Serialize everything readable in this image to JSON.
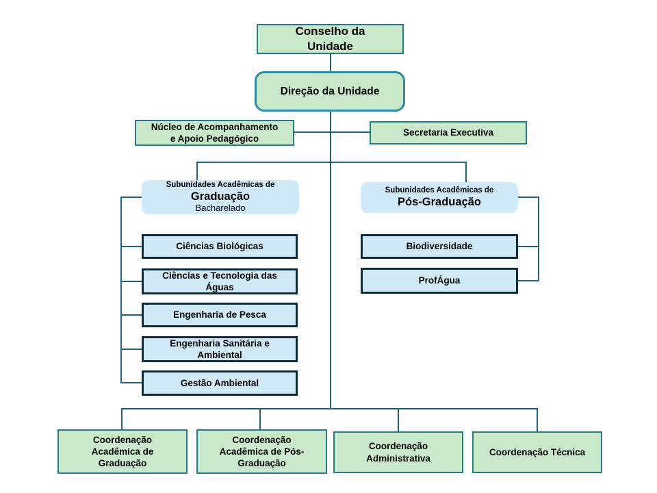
{
  "colors": {
    "green_fill": "#c9e8ca",
    "green_border": "#27798c",
    "direcao_border": "#2e8c9e",
    "blue_fill": "#cfe9f7",
    "blue_border": "#0e2b3d",
    "subheader_fill": "#d0e9f8",
    "connector": "#20607a"
  },
  "nodes": {
    "conselho": "Conselho da\nUnidade",
    "direcao": "Direção da Unidade",
    "nucleo": "Núcleo de Acompanhamento\ne Apoio Pedagógico",
    "secretaria": "Secretaria Executiva",
    "graduacao": {
      "eyebrow": "Subunidades Acadêmicas de",
      "title": "Graduação",
      "subtitle": "Bacharelado"
    },
    "pos_graduacao": {
      "eyebrow": "Subunidades Acadêmicas de",
      "title": "Pós-Graduação"
    },
    "graduacao_children": [
      "Ciências Biológicas",
      "Ciências e Tecnologia das\nÁguas",
      "Engenharia de Pesca",
      "Engenharia Sanitária e\nAmbiental",
      "Gestão Ambiental"
    ],
    "pos_graduacao_children": [
      "Biodiversidade",
      "ProfÁgua"
    ],
    "coordenacoes": [
      "Coordenação\nAcadêmica de\nGraduação",
      "Coordenação\nAcadêmica de Pós-\nGraduação",
      "Coordenação\nAdministrativa",
      "Coordenação Técnica"
    ]
  }
}
